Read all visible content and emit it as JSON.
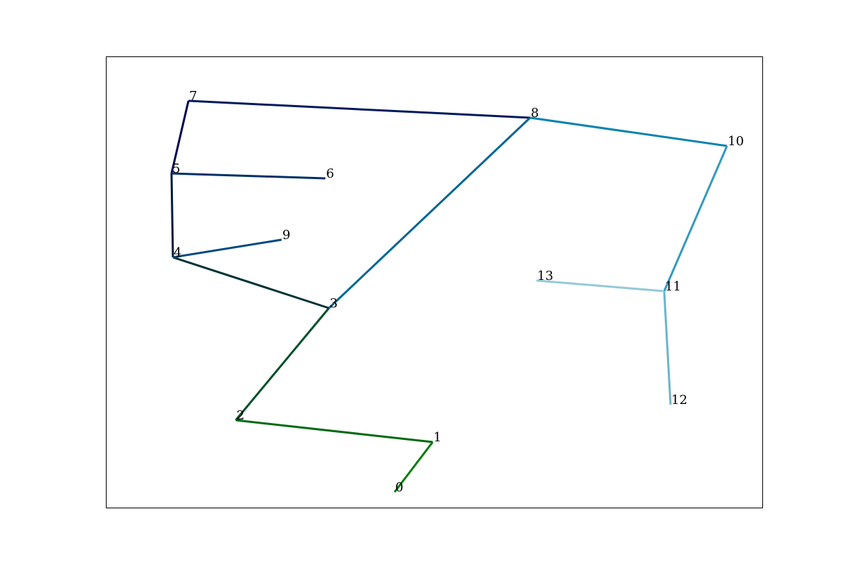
{
  "nodes": [
    {
      "id": "0",
      "label": "0"
    },
    {
      "id": "1",
      "label": "1"
    },
    {
      "id": "2",
      "label": "2"
    },
    {
      "id": "3",
      "label": "3"
    },
    {
      "id": "4",
      "label": "4"
    },
    {
      "id": "5",
      "label": "5"
    },
    {
      "id": "6",
      "label": "6"
    },
    {
      "id": "7",
      "label": "7"
    },
    {
      "id": "8",
      "label": "8"
    },
    {
      "id": "9",
      "label": "9"
    },
    {
      "id": "10",
      "label": "10"
    },
    {
      "id": "11",
      "label": "11"
    },
    {
      "id": "12",
      "label": "12"
    },
    {
      "id": "13",
      "label": "13"
    }
  ],
  "edges": [
    {
      "from": "0",
      "to": "1",
      "color": "#0a7d0a"
    },
    {
      "from": "1",
      "to": "2",
      "color": "#006b10"
    },
    {
      "from": "2",
      "to": "3",
      "color": "#00502a"
    },
    {
      "from": "3",
      "to": "4",
      "color": "#003338"
    },
    {
      "from": "4",
      "to": "5",
      "color": "#001a44"
    },
    {
      "from": "5",
      "to": "7",
      "color": "#00084f"
    },
    {
      "from": "5",
      "to": "6",
      "color": "#00306a"
    },
    {
      "from": "4",
      "to": "9",
      "color": "#004a80"
    },
    {
      "from": "7",
      "to": "8",
      "color": "#001a5c"
    },
    {
      "from": "3",
      "to": "8",
      "color": "#006694"
    },
    {
      "from": "8",
      "to": "10",
      "color": "#0a84ad"
    },
    {
      "from": "10",
      "to": "11",
      "color": "#3499bf"
    },
    {
      "from": "11",
      "to": "12",
      "color": "#6bb5cc"
    },
    {
      "from": "11",
      "to": "13",
      "color": "#95c9d8"
    }
  ]
}
